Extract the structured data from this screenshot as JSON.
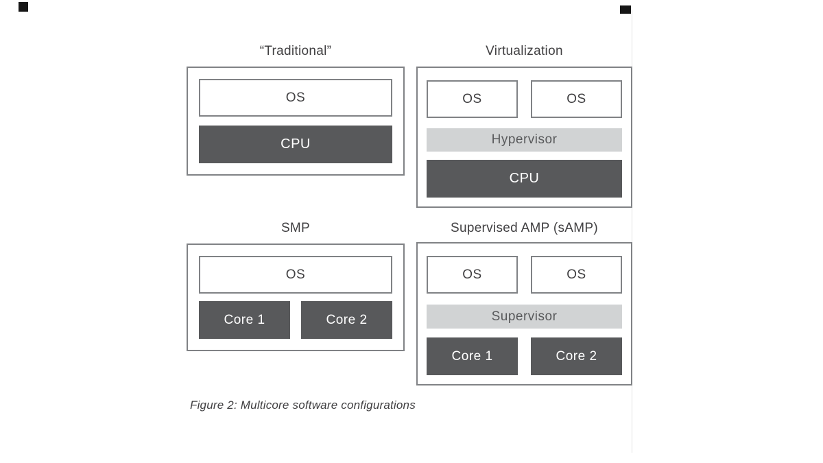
{
  "figure": {
    "caption": "Figure 2: Multicore software configurations"
  },
  "colors": {
    "dark_box": "#58595b",
    "light_box": "#d1d3d4",
    "box_border": "#808285",
    "text": "#414042",
    "dark_box_text": "#ffffff"
  },
  "panels": {
    "traditional": {
      "title": "“Traditional”",
      "os": "OS",
      "cpu": "CPU"
    },
    "virtualization": {
      "title": "Virtualization",
      "os_left": "OS",
      "os_right": "OS",
      "hypervisor": "Hypervisor",
      "cpu": "CPU"
    },
    "smp": {
      "title": "SMP",
      "os": "OS",
      "core1": "Core 1",
      "core2": "Core 2"
    },
    "samp": {
      "title": "Supervised AMP (sAMP)",
      "os_left": "OS",
      "os_right": "OS",
      "supervisor": "Supervisor",
      "core1": "Core 1",
      "core2": "Core 2"
    }
  }
}
